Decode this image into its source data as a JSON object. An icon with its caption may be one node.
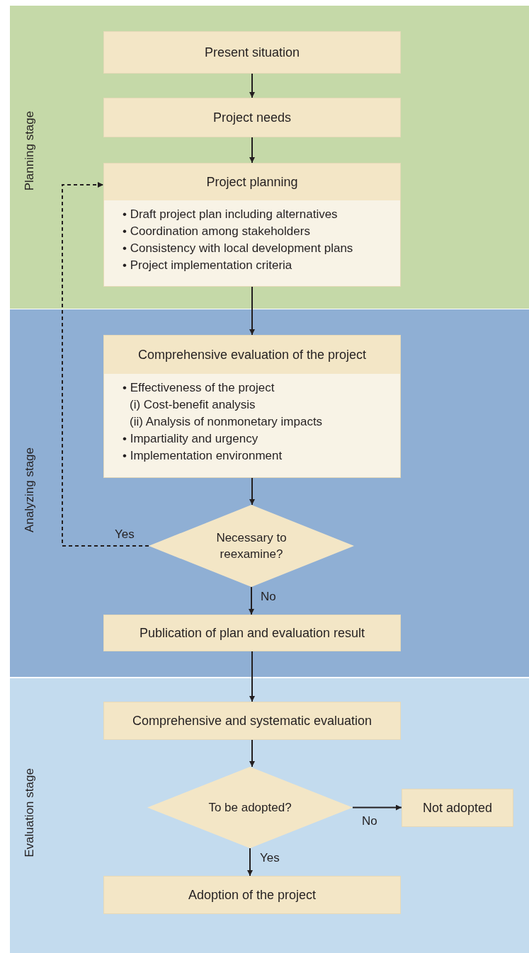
{
  "diagram": {
    "nodes": [
      {
        "text": [
          "Planning stage"
        ]
      },
      {
        "text": [
          "Present situation"
        ],
        "in": 0
      },
      {
        "text": [
          "Project needs"
        ],
        "in": 0
      },
      {
        "text": [
          "Project planning",
          "• Draft project plan including alternatives",
          "• Coordination among stakeholders",
          "• Consistency with local development plans",
          "• Project implementation criteria"
        ],
        "in": 0
      },
      {
        "text": [
          "Analyzing stage"
        ]
      },
      {
        "text": [
          "Comprehensive evaluation of the project",
          "• Effectiveness of the project",
          "(i) Cost-benefit analysis",
          "(ii) Analysis of nonmonetary impacts",
          "• Impartiality and urgency",
          "• Implementation environment"
        ],
        "in": 4
      },
      {
        "text": [
          "Necessary to reexamine?"
        ],
        "in": 4
      },
      {
        "text": [
          "Publication of plan and evaluation result"
        ],
        "in": 4
      },
      {
        "text": [
          "Evaluation stage"
        ]
      },
      {
        "text": [
          "Comprehensive and systematic evaluation"
        ],
        "in": 8
      },
      {
        "text": [
          "To be adopted?"
        ],
        "in": 8
      },
      {
        "text": [
          "Not adopted"
        ],
        "in": 8
      },
      {
        "text": [
          "Adoption of the project"
        ],
        "in": 8
      }
    ],
    "edges": [
      {
        "from": 1,
        "to": 2,
        "arrow": "to"
      },
      {
        "from": 2,
        "to": 3,
        "arrow": "to"
      },
      {
        "from": 3,
        "to": 5,
        "arrow": "to"
      },
      {
        "from": 5,
        "to": 6,
        "arrow": "to"
      },
      {
        "from": 6,
        "to": 3,
        "arrow": "to",
        "label": "Yes",
        "style": "dashed"
      },
      {
        "from": 6,
        "to": 7,
        "arrow": "to",
        "label": "No"
      },
      {
        "from": 7,
        "to": 9,
        "arrow": "to"
      },
      {
        "from": 9,
        "to": 10,
        "arrow": "to"
      },
      {
        "from": 10,
        "to": 11,
        "arrow": "to",
        "label": "No"
      },
      {
        "from": 10,
        "to": 12,
        "arrow": "to",
        "label": "Yes"
      }
    ]
  }
}
